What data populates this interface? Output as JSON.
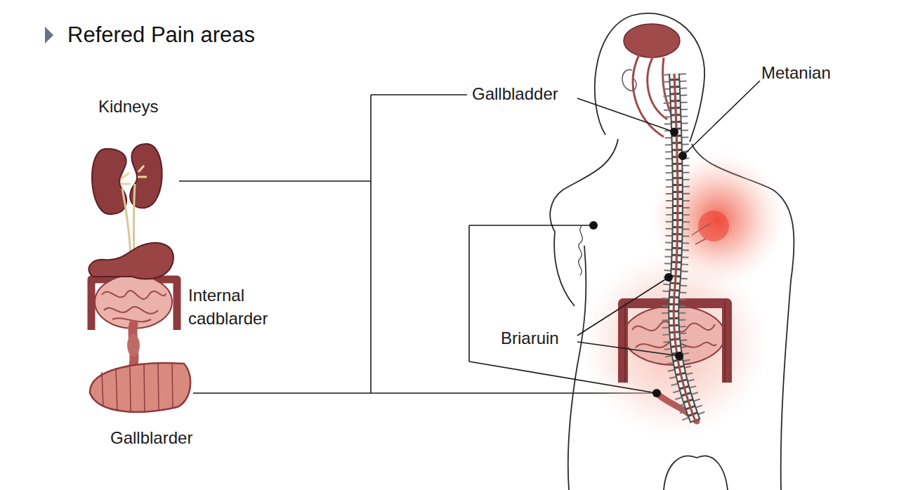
{
  "diagram": {
    "title": "Refered Pain areas",
    "labels": [
      "Kidneys",
      "Gallbladder",
      "Metanian",
      "Internal cadblarder",
      "Briaruin",
      "Gallblarder"
    ]
  }
}
